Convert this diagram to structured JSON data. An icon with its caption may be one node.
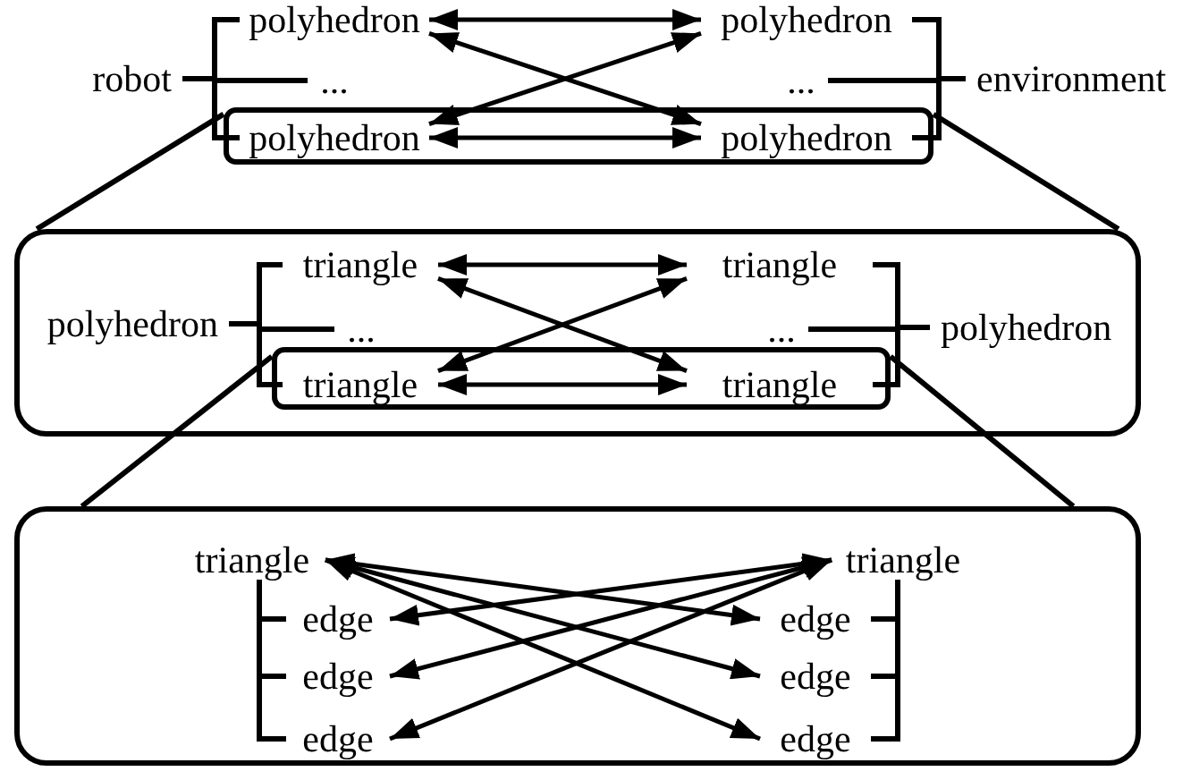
{
  "diagram": {
    "nodes": [
      {
        "text": [
          "robot"
        ]
      },
      {
        "text": [
          "polyhedron"
        ]
      },
      {
        "text": [
          "polyhedron"
        ]
      },
      {
        "text": [
          "..."
        ]
      },
      {
        "text": [
          "..."
        ]
      },
      {
        "text": [
          "environment"
        ]
      },
      {
        "text": [],
        "shape": "box"
      },
      {
        "text": [
          "polyhedron"
        ],
        "in": 6
      },
      {
        "text": [
          "polyhedron"
        ],
        "in": 6
      },
      {
        "text": [],
        "shape": "box"
      },
      {
        "text": [
          "polyhedron"
        ],
        "in": 9
      },
      {
        "text": [
          "triangle"
        ],
        "in": 9
      },
      {
        "text": [
          "triangle"
        ],
        "in": 9
      },
      {
        "text": [
          "..."
        ],
        "in": 9
      },
      {
        "text": [
          "..."
        ],
        "in": 9
      },
      {
        "text": [
          "polyhedron"
        ],
        "in": 9
      },
      {
        "text": [],
        "shape": "box",
        "in": 9
      },
      {
        "text": [
          "triangle"
        ],
        "in": 16
      },
      {
        "text": [
          "triangle"
        ],
        "in": 16
      },
      {
        "text": [],
        "shape": "box"
      },
      {
        "text": [
          "triangle"
        ],
        "in": 19
      },
      {
        "text": [
          "triangle"
        ],
        "in": 19
      },
      {
        "text": [
          "edge"
        ],
        "in": 19
      },
      {
        "text": [
          "edge"
        ],
        "in": 19
      },
      {
        "text": [
          "edge"
        ],
        "in": 19
      },
      {
        "text": [
          "edge"
        ],
        "in": 19
      },
      {
        "text": [
          "edge"
        ],
        "in": 19
      },
      {
        "text": [
          "edge"
        ],
        "in": 19
      }
    ],
    "edges": [
      {
        "from": 0,
        "to": 1,
        "arrow": "none"
      },
      {
        "from": 0,
        "to": 3,
        "arrow": "none"
      },
      {
        "from": 0,
        "to": 7,
        "arrow": "none"
      },
      {
        "from": 5,
        "to": 2,
        "arrow": "none"
      },
      {
        "from": 5,
        "to": 4,
        "arrow": "none"
      },
      {
        "from": 5,
        "to": 8,
        "arrow": "none"
      },
      {
        "from": 1,
        "to": 2,
        "arrow": "both"
      },
      {
        "from": 1,
        "to": 8,
        "arrow": "both"
      },
      {
        "from": 7,
        "to": 2,
        "arrow": "both"
      },
      {
        "from": 7,
        "to": 8,
        "arrow": "both"
      },
      {
        "from": 6,
        "to": 9,
        "arrow": "none"
      },
      {
        "from": 6,
        "to": 9,
        "arrow": "none"
      },
      {
        "from": 10,
        "to": 11,
        "arrow": "none"
      },
      {
        "from": 10,
        "to": 13,
        "arrow": "none"
      },
      {
        "from": 10,
        "to": 17,
        "arrow": "none"
      },
      {
        "from": 15,
        "to": 12,
        "arrow": "none"
      },
      {
        "from": 15,
        "to": 14,
        "arrow": "none"
      },
      {
        "from": 15,
        "to": 18,
        "arrow": "none"
      },
      {
        "from": 11,
        "to": 12,
        "arrow": "both"
      },
      {
        "from": 11,
        "to": 18,
        "arrow": "both"
      },
      {
        "from": 17,
        "to": 12,
        "arrow": "both"
      },
      {
        "from": 17,
        "to": 18,
        "arrow": "both"
      },
      {
        "from": 16,
        "to": 19,
        "arrow": "none"
      },
      {
        "from": 16,
        "to": 19,
        "arrow": "none"
      },
      {
        "from": 20,
        "to": 22,
        "arrow": "none"
      },
      {
        "from": 20,
        "to": 23,
        "arrow": "none"
      },
      {
        "from": 20,
        "to": 24,
        "arrow": "none"
      },
      {
        "from": 21,
        "to": 25,
        "arrow": "none"
      },
      {
        "from": 21,
        "to": 26,
        "arrow": "none"
      },
      {
        "from": 21,
        "to": 27,
        "arrow": "none"
      },
      {
        "from": 20,
        "to": 25,
        "arrow": "both"
      },
      {
        "from": 20,
        "to": 26,
        "arrow": "both"
      },
      {
        "from": 20,
        "to": 27,
        "arrow": "both"
      },
      {
        "from": 21,
        "to": 22,
        "arrow": "both"
      },
      {
        "from": 21,
        "to": 23,
        "arrow": "both"
      },
      {
        "from": 21,
        "to": 24,
        "arrow": "both"
      }
    ]
  }
}
